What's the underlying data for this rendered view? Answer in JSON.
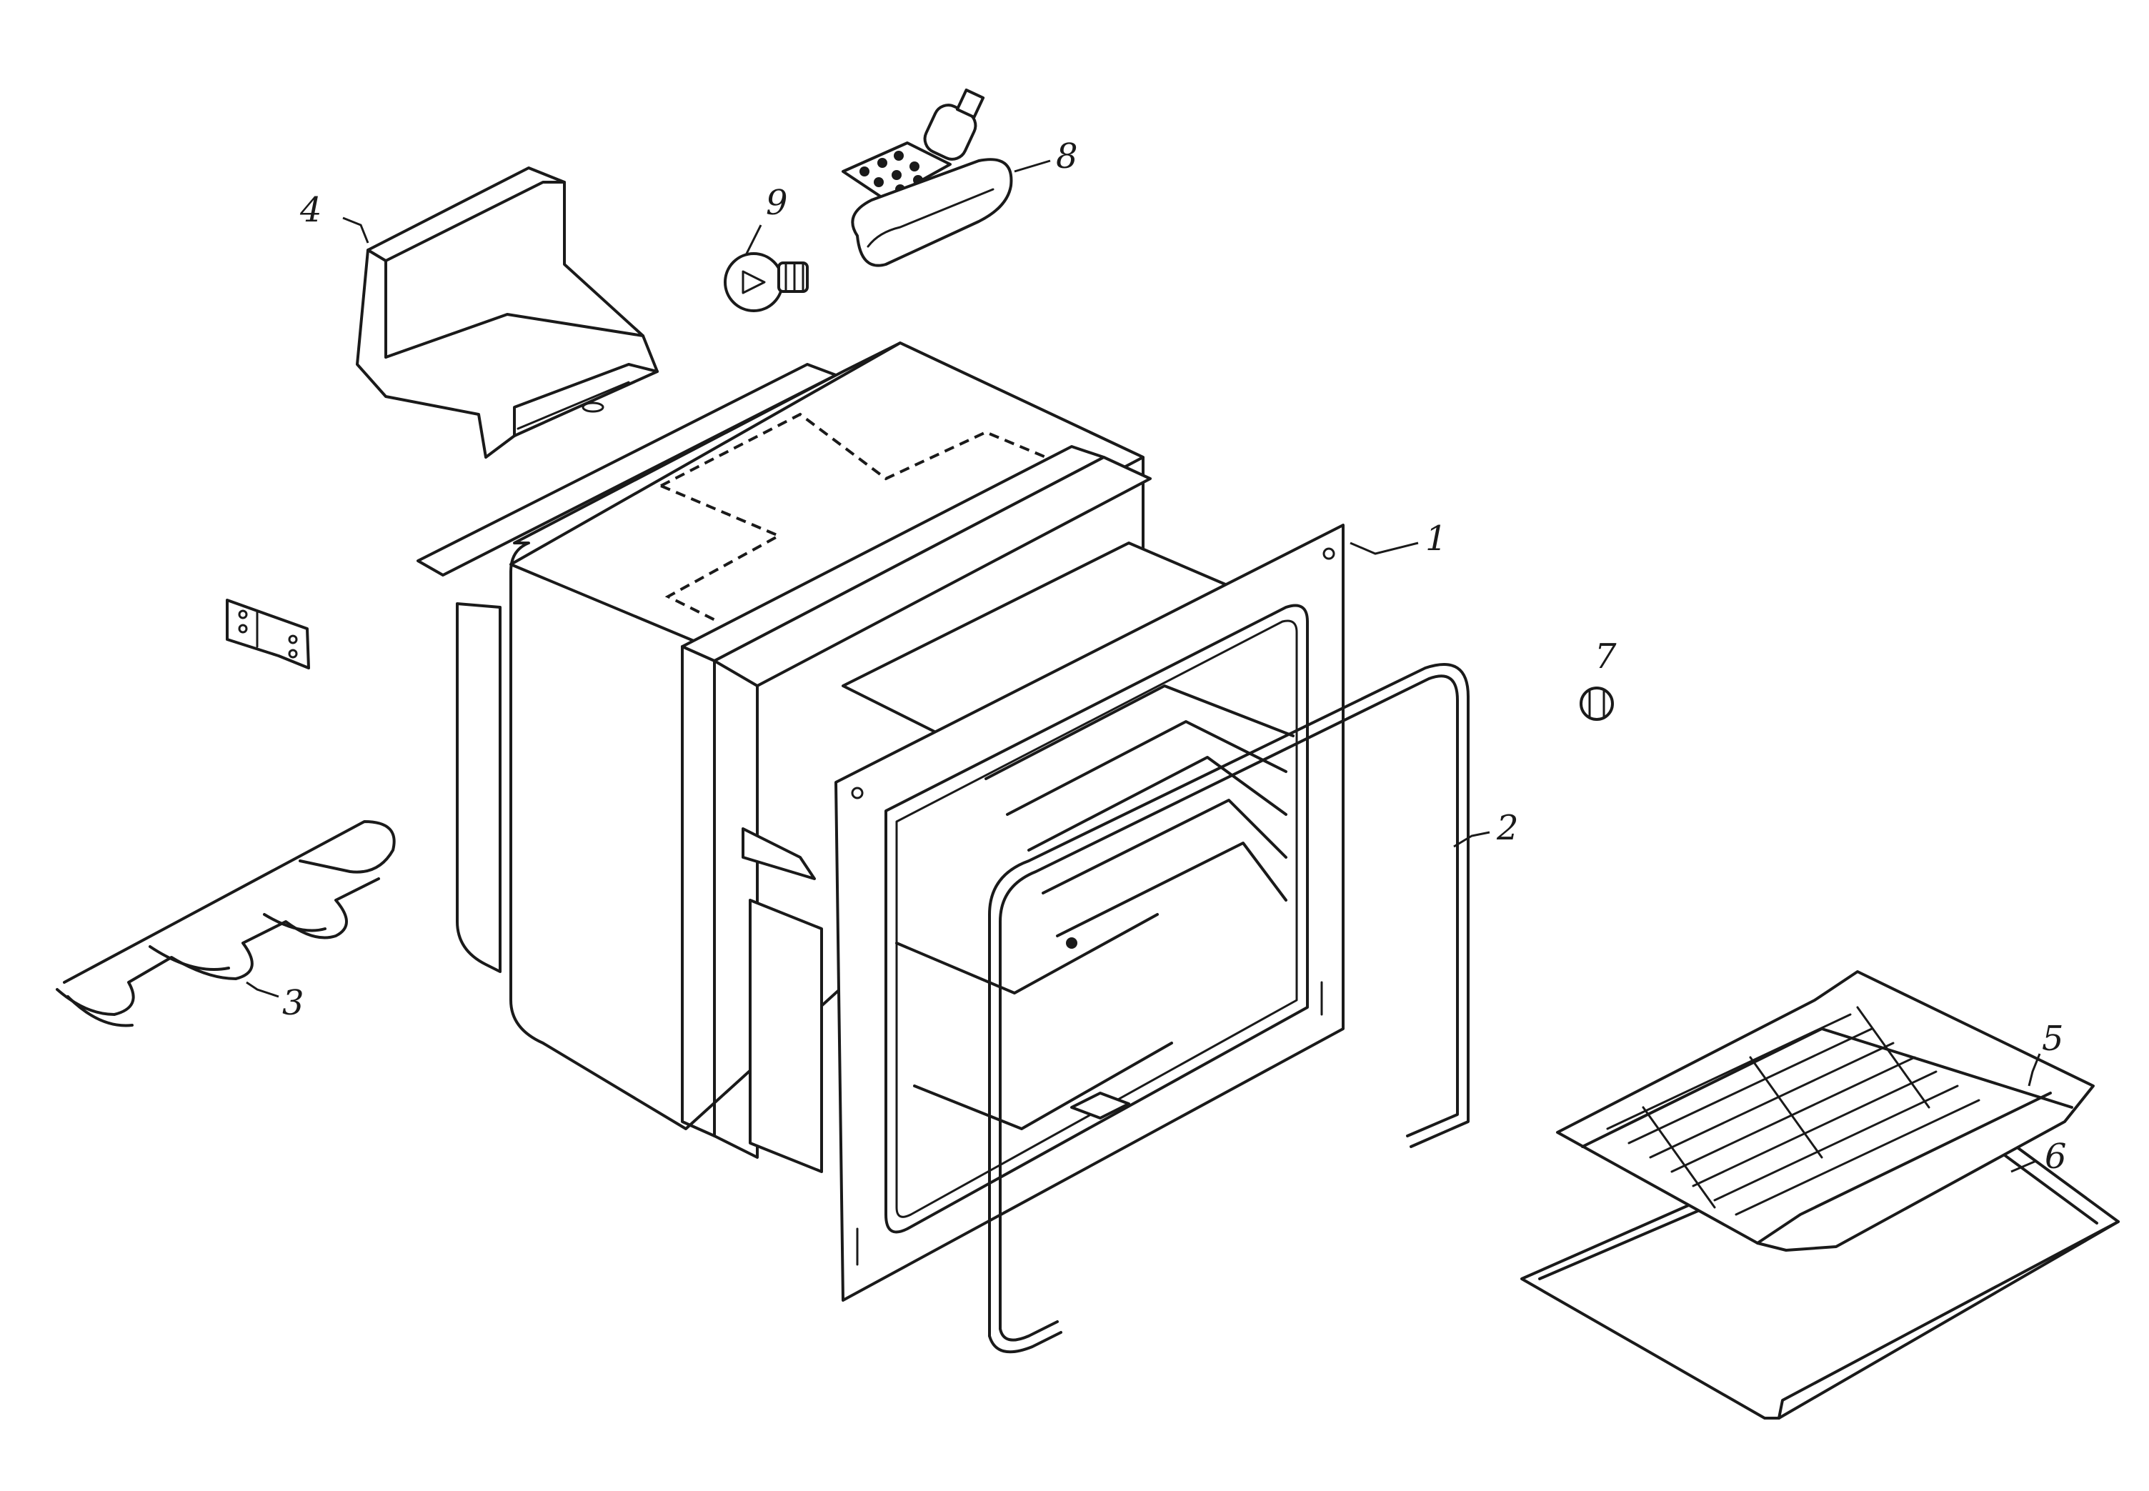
{
  "diagram": {
    "type": "exploded-parts-view",
    "callouts": [
      {
        "id": "1",
        "label": "1"
      },
      {
        "id": "2",
        "label": "2"
      },
      {
        "id": "3",
        "label": "3"
      },
      {
        "id": "4",
        "label": "4"
      },
      {
        "id": "5",
        "label": "5"
      },
      {
        "id": "6",
        "label": "6"
      },
      {
        "id": "7",
        "label": "7"
      },
      {
        "id": "8",
        "label": "8"
      },
      {
        "id": "9",
        "label": "9"
      }
    ]
  }
}
